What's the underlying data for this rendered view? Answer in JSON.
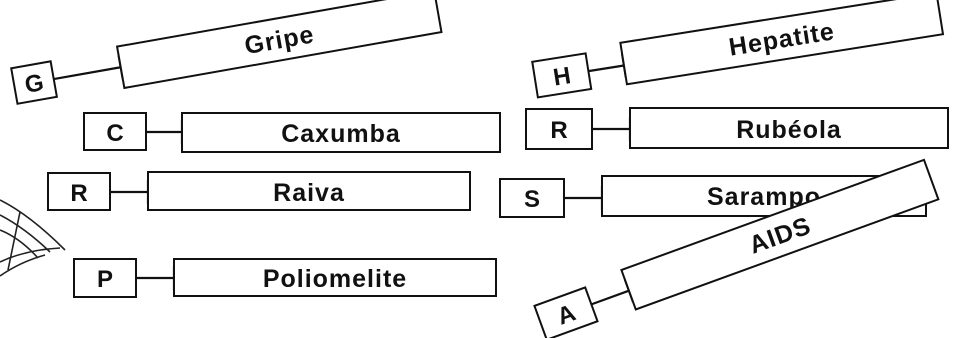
{
  "colors": {
    "ink": "#111111",
    "background": "#ffffff"
  },
  "items": [
    {
      "letter": "G",
      "label": "Gripe"
    },
    {
      "letter": "C",
      "label": "Caxumba"
    },
    {
      "letter": "R",
      "label": "Raiva"
    },
    {
      "letter": "P",
      "label": "Poliomelite"
    },
    {
      "letter": "H",
      "label": "Hepatite"
    },
    {
      "letter": "R",
      "label": "Rubéola"
    },
    {
      "letter": "S",
      "label": "Sarampo"
    },
    {
      "letter": "A",
      "label": "AIDS"
    }
  ]
}
